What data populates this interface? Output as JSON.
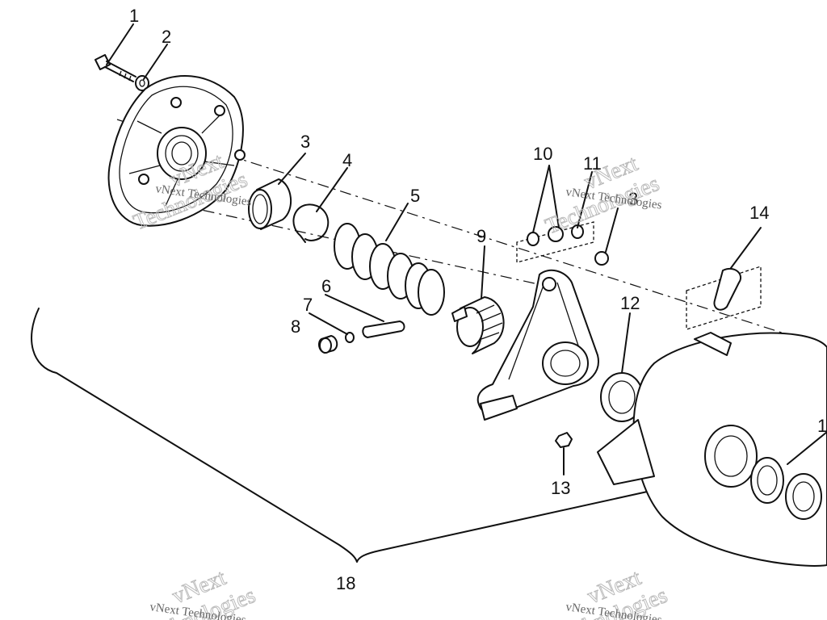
{
  "callouts": [
    {
      "id": "1",
      "label": "1"
    },
    {
      "id": "2",
      "label": "2"
    },
    {
      "id": "3a",
      "label": "3"
    },
    {
      "id": "3b",
      "label": "3"
    },
    {
      "id": "4",
      "label": "4"
    },
    {
      "id": "5",
      "label": "5"
    },
    {
      "id": "6",
      "label": "6"
    },
    {
      "id": "7",
      "label": "7"
    },
    {
      "id": "8",
      "label": "8"
    },
    {
      "id": "9",
      "label": "9"
    },
    {
      "id": "10",
      "label": "10"
    },
    {
      "id": "11",
      "label": "11"
    },
    {
      "id": "12",
      "label": "12"
    },
    {
      "id": "13",
      "label": "13"
    },
    {
      "id": "14",
      "label": "14"
    },
    {
      "id": "15",
      "label": "1"
    },
    {
      "id": "18",
      "label": "18"
    }
  ],
  "watermarks": {
    "brand": "vNext",
    "brand2": "Technologies",
    "line": "vNext Technologies"
  }
}
